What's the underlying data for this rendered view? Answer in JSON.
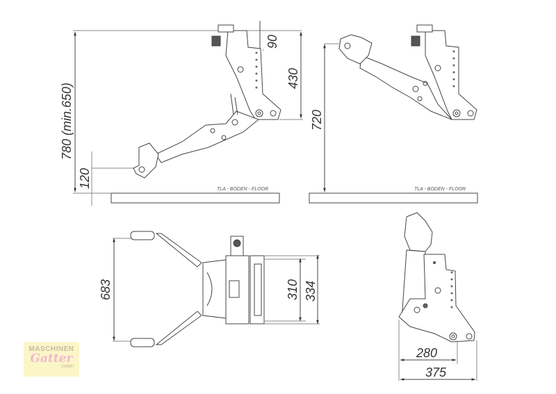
{
  "diagram": {
    "views": [
      {
        "name": "side-view-lowered",
        "dimensions": {
          "total_height": "780  (min.650)",
          "top_offset": "90",
          "bracket_height": "430",
          "hook_height": "120"
        },
        "floor_label": "TLA - BODEN - FLOOR"
      },
      {
        "name": "side-view-raised",
        "dimensions": {
          "lift_height": "720"
        },
        "floor_label": "TLA - BODEN - FLOOR"
      },
      {
        "name": "top-view",
        "dimensions": {
          "arm_span": "683",
          "inner_width": "310",
          "outer_width": "334"
        }
      },
      {
        "name": "side-view-folded",
        "dimensions": {
          "inner_depth": "280",
          "outer_depth": "375"
        }
      }
    ],
    "colors": {
      "line": "#444444",
      "fill": "#ffffff",
      "floor": "#ffffff"
    }
  },
  "logo": {
    "line1": "MASCHINEN",
    "line2": "Gatter",
    "line3": "GMBH"
  }
}
